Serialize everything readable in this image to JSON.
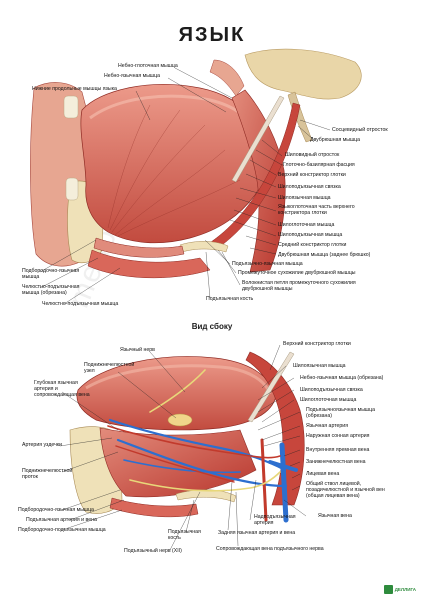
{
  "title": "ЯЗЫК",
  "subtitle": "Вид сбоку",
  "watermark": "medplakat.ru",
  "logo": {
    "icon": "medplakat-logo-icon",
    "text": "ДЕЛЛИГА"
  },
  "colors": {
    "muscle": "#c7463c",
    "muscle_light": "#e5907f",
    "bone": "#e9d6a8",
    "tendon": "#eadfd0",
    "vein": "#2d6fcf",
    "artery": "#c23a2c",
    "nerve": "#e8d87a",
    "mucosa": "#e07a6b"
  },
  "top_labels": [
    "Небно-глоточная мышца",
    "Небно-язычная мышца",
    "Нижние продольные мышцы языка",
    "Сосцевидный отросток",
    "Двубрюшная мышца",
    "Шиловидный отросток",
    "Глоточно-базилярная фасция",
    "Верхний констриктор глотки",
    "Шилоподъязычная связка",
    "Шилоязычная мышца",
    "Языкоглоточная часть верхнего констриктора глотки",
    "Шилоглоточная мышца",
    "Шилоподъязычная мышца",
    "Средний констриктор глотки",
    "Двубрюшная мышца (заднее брюшко)",
    "Подбородочно-язычная мышца",
    "Челюстно-подъязычная мышца (обрезана)",
    "Челюстно-подъязычная мышца",
    "Подъязычно-язычная мышца",
    "Промежуточное сухожилие двубрюшной мышцы",
    "Волокнистая петля промежуточного сухожилия двубрюшной мышцы",
    "Подъязычная кость"
  ],
  "bottom_labels": [
    "Язычный нерв",
    "Поднижнечелюстной узел",
    "Глубокая язычная артерия и сопровождающая вена",
    "Артерия уздечки",
    "Поднижнечелюстной проток",
    "Подбородочно-язычная мышца",
    "Подъязычная артерия и вена",
    "Подбородочно-подъязычная мышца",
    "Подъязычная кость",
    "Подъязычный нерв (XII)",
    "Сопровождающая вена подъязычного нерва",
    "Задняя язычная артерия и вена",
    "Надподъязычная артерия",
    "Язычная вена",
    "Верхний констриктор глотки",
    "Шилоязычная мышца",
    "Небно-язычная мышца (обрезана)",
    "Шилоподъязычная связка",
    "Шилоглоточная мышца",
    "Подъязычноязычная мышца (обрезана)",
    "Язычная артерия",
    "Наружная сонная артерия",
    "Внутренняя яремная вена",
    "Занижнечелюстная вена",
    "Лицевая вена",
    "Общий ствол лицевой, позадичелюстной и язычной вен (общая лицевая вена)"
  ]
}
